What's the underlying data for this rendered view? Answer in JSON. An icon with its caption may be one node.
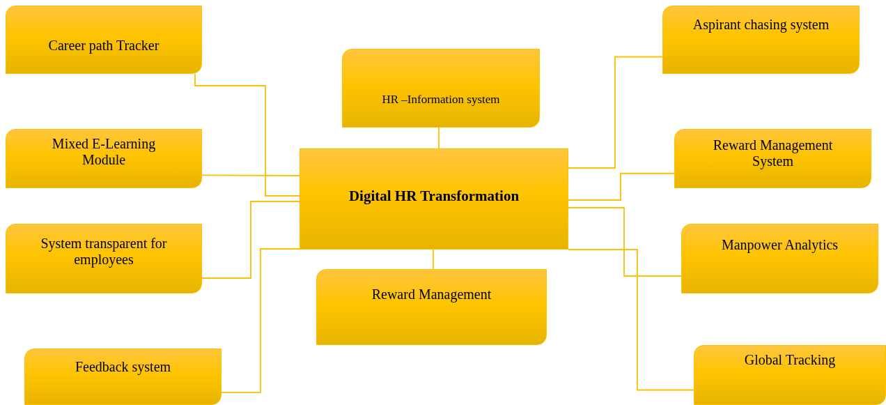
{
  "diagram": {
    "nodes": [
      {
        "text": [
          "Career path Tracker"
        ]
      },
      {
        "text": [
          "Mixed E-Learning Module"
        ]
      },
      {
        "text": [
          "System transparent for employees"
        ]
      },
      {
        "text": [
          "Feedback system"
        ]
      },
      {
        "text": [
          "HR –Information system"
        ]
      },
      {
        "text": [
          "Digital HR Transformation"
        ]
      },
      {
        "text": [
          "Reward Management"
        ]
      },
      {
        "text": [
          "Aspirant chasing system"
        ]
      },
      {
        "text": [
          "Reward Management System"
        ]
      },
      {
        "text": [
          "Manpower Analytics"
        ]
      },
      {
        "text": [
          "Global Tracking"
        ]
      }
    ],
    "edges": [
      {
        "from": 0,
        "to": 5,
        "arrow": "none"
      },
      {
        "from": 1,
        "to": 5,
        "arrow": "none"
      },
      {
        "from": 2,
        "to": 5,
        "arrow": "none"
      },
      {
        "from": 3,
        "to": 5,
        "arrow": "none"
      },
      {
        "from": 4,
        "to": 5,
        "arrow": "none"
      },
      {
        "from": 6,
        "to": 5,
        "arrow": "none"
      },
      {
        "from": 7,
        "to": 5,
        "arrow": "none"
      },
      {
        "from": 8,
        "to": 5,
        "arrow": "none"
      },
      {
        "from": 9,
        "to": 5,
        "arrow": "none"
      },
      {
        "from": 10,
        "to": 5,
        "arrow": "none"
      }
    ]
  }
}
